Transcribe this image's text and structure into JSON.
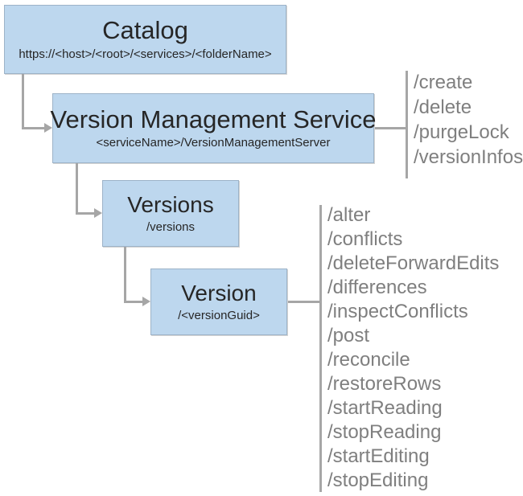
{
  "diagram": {
    "nodes": {
      "catalog": {
        "title": "Catalog",
        "subtitle": "https://<host>/<root>/<services>/<folderName>"
      },
      "vms": {
        "title": "Version Management Service",
        "subtitle": "<serviceName>/VersionManagementServer"
      },
      "versions": {
        "title": "Versions",
        "subtitle": "/versions"
      },
      "version": {
        "title": "Version",
        "subtitle": "/<versionGuid>"
      }
    },
    "vms_operations": [
      "/create",
      "/delete",
      "/purgeLock",
      "/versionInfos"
    ],
    "version_operations": [
      "/alter",
      "/conflicts",
      "/deleteForwardEdits",
      "/differences",
      "/inspectConflicts",
      "/post",
      "/reconcile",
      "/restoreRows",
      "/startReading",
      "/stopReading",
      "/startEditing",
      "/stopEditing"
    ],
    "colors": {
      "box_fill": "#bdd7ee",
      "box_border": "#9db3c8",
      "title_text": "#262626",
      "operation_text": "#7f7f7f",
      "connector": "#a6a6a6"
    }
  }
}
